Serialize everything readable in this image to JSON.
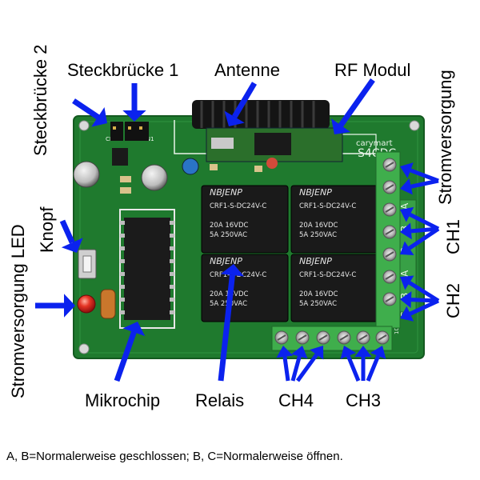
{
  "labels": {
    "steckbruecke1": "Steckbrücke 1",
    "steckbruecke2": "Steckbrücke 2",
    "antenne": "Antenne",
    "rf_modul": "RF Modul",
    "stromversorgung_right": "Stromversorgung",
    "stromversorgung_led": "Stromversorgung LED",
    "knopf": "Knopf",
    "ch1": "CH1",
    "ch2": "CH2",
    "mikrochip": "Mikrochip",
    "relais": "Relais",
    "ch4": "CH4",
    "ch3": "CH3"
  },
  "board_text": {
    "brand": "carymart",
    "model": "S4CDC",
    "relay_brand": "NBJENP",
    "relay_model": "CRF1-S-DC24V-C",
    "relay_rating_a1": "20A",
    "relay_rating_a2": "5A",
    "relay_rating_v1": "16VDC",
    "relay_rating_v2": "250VAC",
    "terminal_letters": [
      "A",
      "B",
      "C",
      "A",
      "B",
      "C"
    ],
    "pcb_code": "1059-01",
    "cn2": "CN2",
    "cn1": "CN1"
  },
  "footnote": "A, B=Normalerweise geschlossen; B, C=Normalerweise öffnen.",
  "colors": {
    "pcb": "#1f7a2e",
    "arrow": "#0b22ee",
    "relay": "#1a1a1a",
    "terminal": "#3fae4c",
    "led": "#e02020"
  }
}
